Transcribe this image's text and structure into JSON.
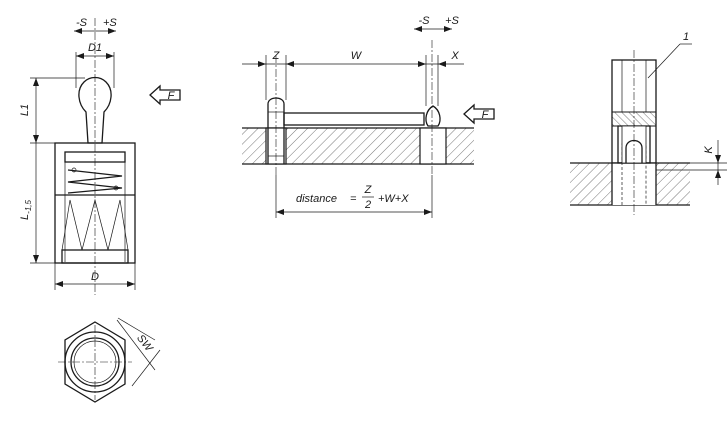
{
  "labels": {
    "minus_s": "-S",
    "plus_s": "+S",
    "d1": "D1",
    "l1": "L1",
    "l_tol": "L",
    "l_tol_sub": "-1,5",
    "d": "D",
    "f": "F",
    "sw": "SW",
    "z": "Z",
    "w": "W",
    "x": "X",
    "k": "K",
    "part_one": "1",
    "distance": "distance",
    "eq": "=",
    "frac_num": "Z",
    "frac_den": "2",
    "plus_wx": "+W+X"
  },
  "colors": {
    "ink": "#1a1a1a",
    "paper": "#ffffff"
  }
}
